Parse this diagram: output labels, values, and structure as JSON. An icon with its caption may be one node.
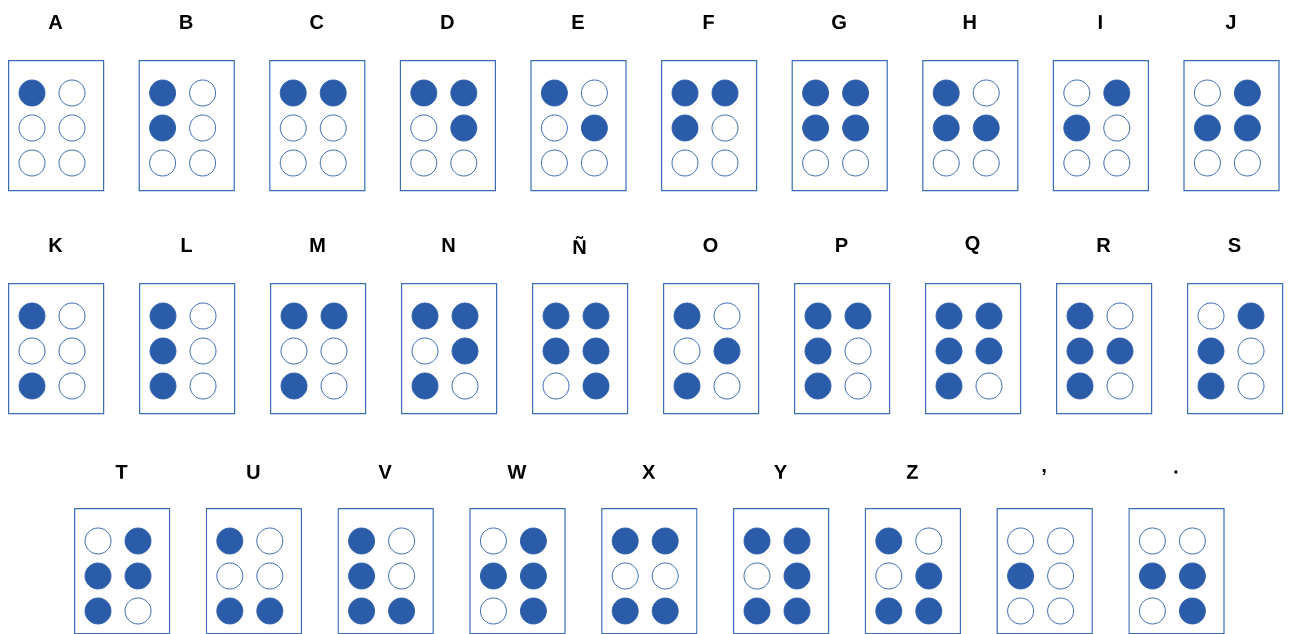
{
  "diagram": {
    "nodes": [
      {
        "text": [
          "A"
        ]
      },
      {
        "text": [
          "B"
        ]
      },
      {
        "text": [
          "C"
        ]
      },
      {
        "text": [
          "D"
        ]
      },
      {
        "text": [
          "E"
        ]
      },
      {
        "text": [
          "F"
        ]
      },
      {
        "text": [
          "G"
        ]
      },
      {
        "text": [
          "H"
        ]
      },
      {
        "text": [
          "I"
        ]
      },
      {
        "text": [
          "J"
        ]
      },
      {
        "text": [
          "K"
        ]
      },
      {
        "text": [
          "L"
        ]
      },
      {
        "text": [
          "M"
        ]
      },
      {
        "text": [
          "N"
        ]
      },
      {
        "text": [
          "Ñ"
        ]
      },
      {
        "text": [
          "O"
        ]
      },
      {
        "text": [
          "P"
        ]
      },
      {
        "text": [
          "Q"
        ]
      },
      {
        "text": [
          "R"
        ]
      },
      {
        "text": [
          "S"
        ]
      },
      {
        "text": [
          "T"
        ]
      },
      {
        "text": [
          "U"
        ]
      },
      {
        "text": [
          "V"
        ]
      },
      {
        "text": [
          "W"
        ]
      },
      {
        "text": [
          "X"
        ]
      },
      {
        "text": [
          "Y"
        ]
      },
      {
        "text": [
          "Z"
        ]
      },
      {
        "text": [
          ","
        ]
      },
      {
        "text": [
          "."
        ]
      }
    ]
  }
}
